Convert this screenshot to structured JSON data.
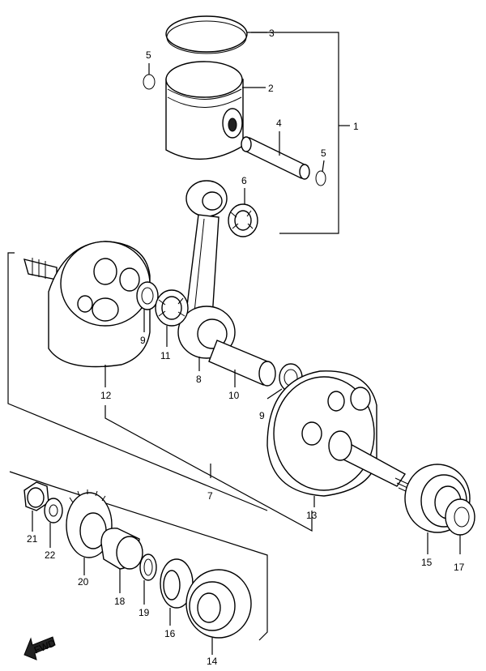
{
  "callouts": {
    "c1": "1",
    "c2": "2",
    "c3": "3",
    "c4": "4",
    "c5a": "5",
    "c5b": "5",
    "c6": "6",
    "c7": "7",
    "c8": "8",
    "c9a": "9",
    "c9b": "9",
    "c10": "10",
    "c11": "11",
    "c12": "12",
    "c13": "13",
    "c14": "14",
    "c15": "15",
    "c16": "16",
    "c17": "17",
    "c18": "18",
    "c19": "19",
    "c20": "20",
    "c21": "21",
    "c22": "22"
  },
  "fwd_label": "FWD",
  "colors": {
    "line": "#000000",
    "background": "#ffffff",
    "fill": "#ffffff"
  }
}
